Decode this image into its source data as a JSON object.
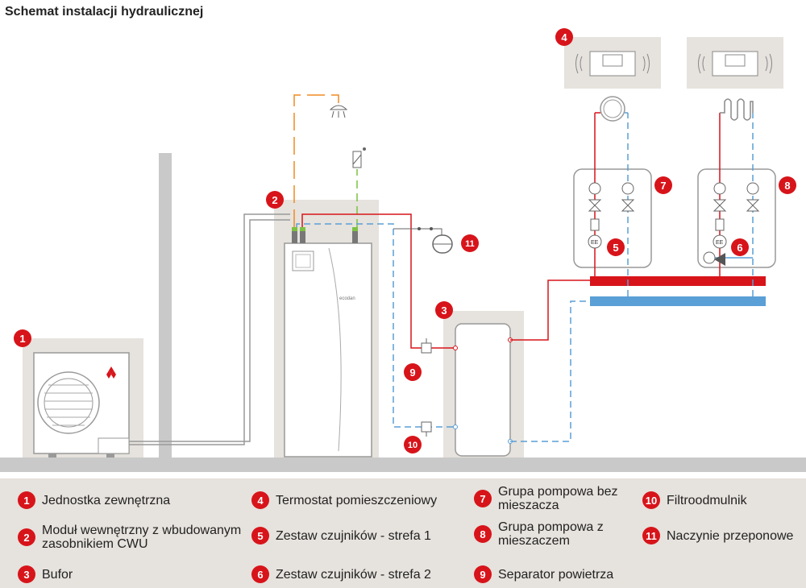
{
  "title": "Schemat instalacji hydraulicznej",
  "unit_brand": "ecodan",
  "colors": {
    "red": "#d7141a",
    "blue": "#5a9fd6",
    "orange": "#f08a22",
    "green": "#7cc242",
    "beige": "#e6e2dd",
    "gray": "#c9c9c9"
  },
  "badges": [
    "1",
    "2",
    "3",
    "4",
    "5",
    "6",
    "7",
    "8",
    "9",
    "10",
    "11"
  ],
  "legend": [
    {
      "num": "1",
      "label": "Jednostka zewnętrzna"
    },
    {
      "num": "2",
      "label": "Moduł wewnętrzny z wbudowanym zasobnikiem CWU"
    },
    {
      "num": "3",
      "label": "Bufor"
    },
    {
      "num": "4",
      "label": "Termostat pomieszczeniowy"
    },
    {
      "num": "5",
      "label": "Zestaw czujników - strefa 1"
    },
    {
      "num": "6",
      "label": "Zestaw czujników - strefa 2"
    },
    {
      "num": "7",
      "label": "Grupa pompowa bez mieszacza"
    },
    {
      "num": "8",
      "label": "Grupa pompowa z mieszaczem"
    },
    {
      "num": "9",
      "label": "Separator powietrza"
    },
    {
      "num": "10",
      "label": "Filtroodmulnik"
    },
    {
      "num": "11",
      "label": "Naczynie przeponowe"
    }
  ]
}
